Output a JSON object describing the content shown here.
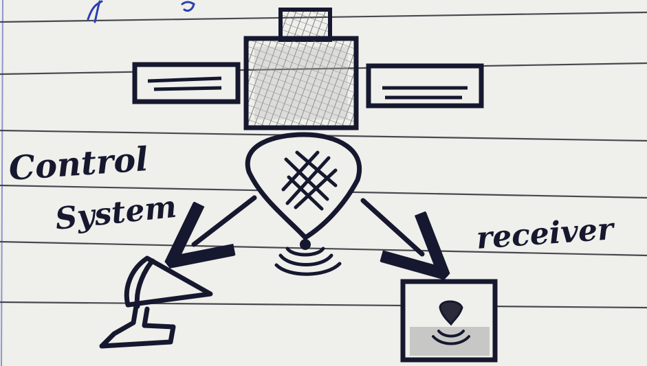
{
  "colors": {
    "paper": "#efefeb",
    "rule_line": "#2b2b35",
    "ink": "#15182e",
    "blue_pen": "#2a3fb0",
    "hatch_fill": "#b9b9b9",
    "screen_fill": "#bdbdbd"
  },
  "labels": {
    "control_line1": "Control",
    "control_line2": "System",
    "receiver": "receiver"
  },
  "icons": {
    "satellite": "satellite-icon",
    "signal_waves": "signal-waves-icon",
    "ground_station": "satellite-dish-icon",
    "receiver_device": "receiver-screen-icon"
  }
}
